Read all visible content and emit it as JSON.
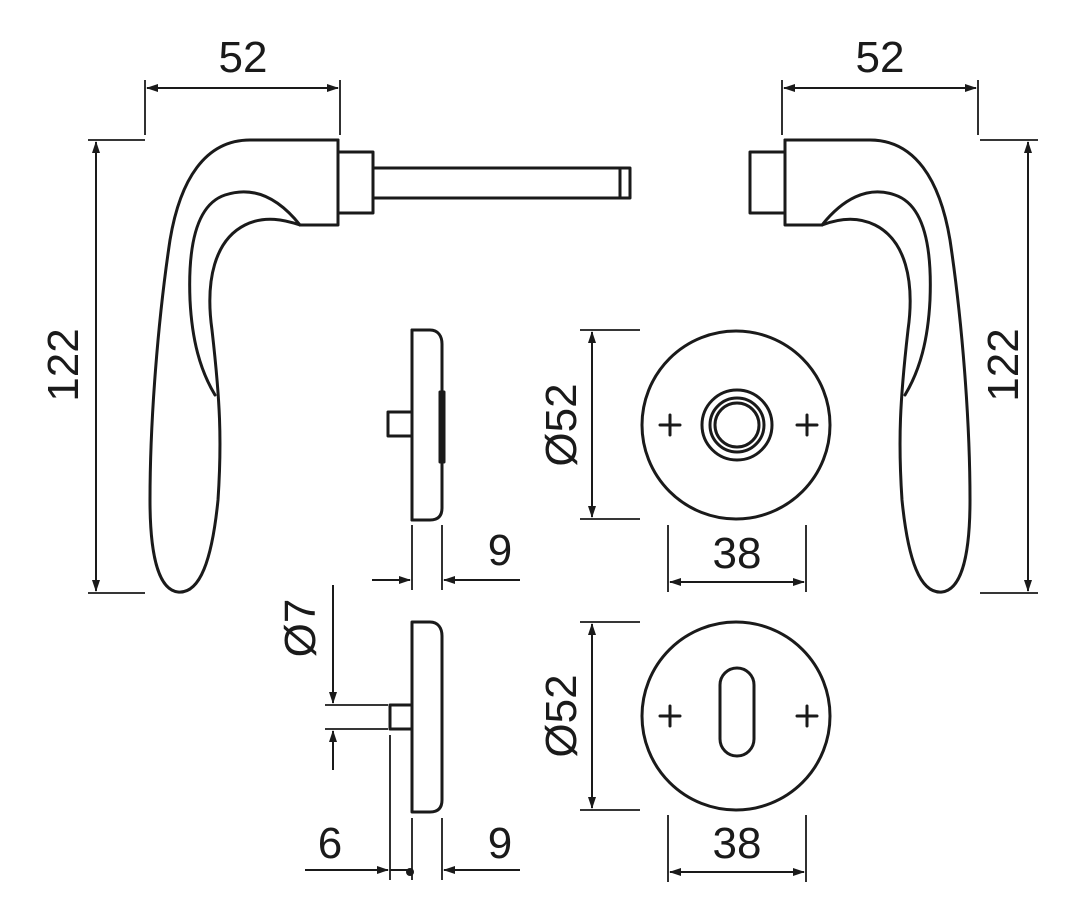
{
  "diagram": {
    "labels": {
      "left_handle_width": "52",
      "right_handle_width": "52",
      "left_handle_height": "122",
      "right_handle_height": "122",
      "rose_diameter_top": "Ø52",
      "rose_diameter_bottom": "Ø52",
      "rose_inner_top": "38",
      "rose_inner_bottom": "38",
      "rose_side_thickness_top": "9",
      "rose_side_thickness_bottom": "9",
      "pin_diameter": "Ø7",
      "pin_length": "6"
    }
  }
}
